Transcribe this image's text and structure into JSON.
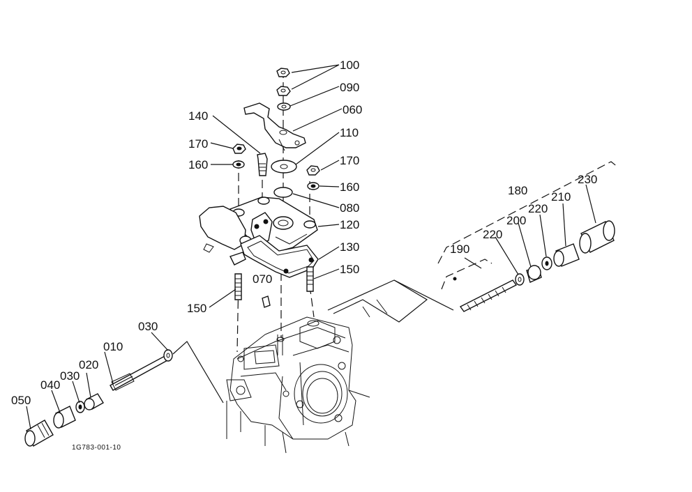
{
  "diagram": {
    "drawing_code": "1G783-001-10",
    "callouts": [
      "100",
      "090",
      "060",
      "110",
      "140",
      "170",
      "160",
      "170",
      "160",
      "080",
      "120",
      "130",
      "150",
      "070",
      "150",
      "030",
      "010",
      "030",
      "020",
      "040",
      "050",
      "180",
      "190",
      "220",
      "200",
      "220",
      "210",
      "230"
    ]
  }
}
